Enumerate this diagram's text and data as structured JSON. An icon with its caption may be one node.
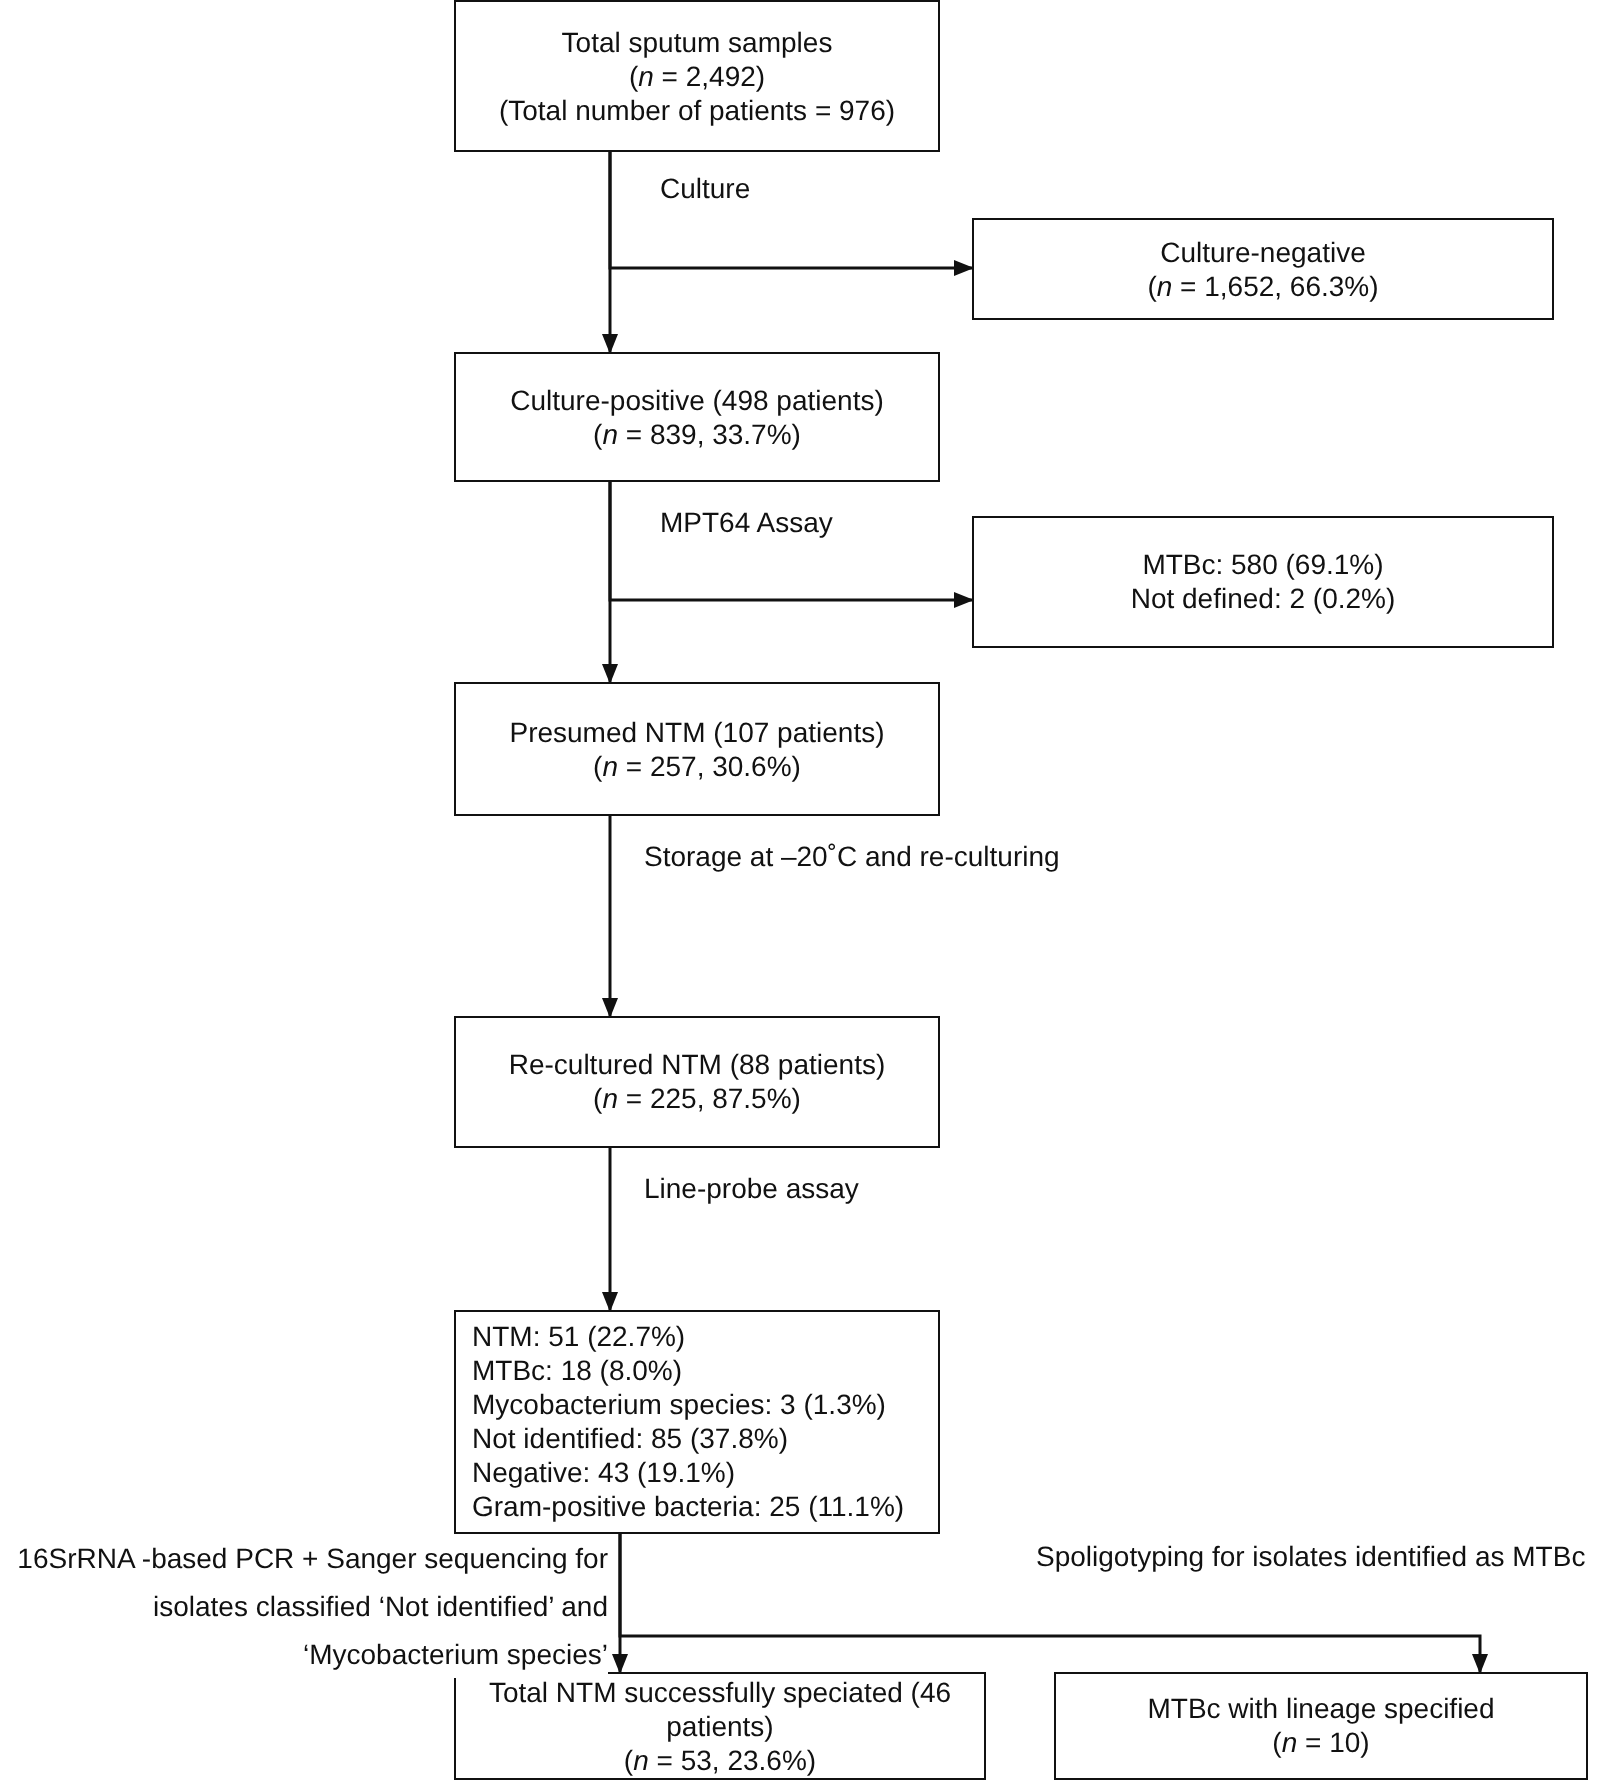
{
  "diagram": {
    "nodes": [
      {
        "text": [
          "Total sputum samples",
          "(*n* = 2,492)",
          "(Total number of patients = 976)"
        ]
      },
      {
        "text": [
          "Culture-negative",
          "(*n* = 1,652, 66.3%)"
        ]
      },
      {
        "text": [
          "Culture-positive (498 patients)",
          "(*n* = 839, 33.7%)"
        ]
      },
      {
        "text": [
          "MTBc: 580 (69.1%)",
          "Not defined: 2 (0.2%)"
        ]
      },
      {
        "text": [
          "Presumed NTM (107 patients)",
          "(*n* = 257, 30.6%)"
        ]
      },
      {
        "text": [
          "Re-cultured NTM (88 patients)",
          "(*n* = 225, 87.5%)"
        ]
      },
      {
        "text": [
          "NTM: 51 (22.7%)",
          "MTBc: 18 (8.0%)",
          "Mycobacterium species: 3 (1.3%)",
          "Not identified: 85 (37.8%)",
          "Negative: 43 (19.1%)",
          "Gram-positive bacteria: 25 (11.1%)"
        ]
      },
      {
        "text": [
          "Total NTM successfully speciated (46 patients)",
          "(*n* = 53, 23.6%)"
        ]
      },
      {
        "text": [
          "MTBc with lineage specified",
          "(*n* = 10)"
        ]
      }
    ],
    "edges": [
      {
        "from": 0,
        "to": 2,
        "arrow": "to",
        "label": "Culture"
      },
      {
        "from": 0,
        "to": 1,
        "arrow": "to"
      },
      {
        "from": 2,
        "to": 4,
        "arrow": "to",
        "label": "MPT64 Assay"
      },
      {
        "from": 2,
        "to": 3,
        "arrow": "to"
      },
      {
        "from": 4,
        "to": 5,
        "arrow": "to",
        "label": "Storage at –20˚C and re-culturing"
      },
      {
        "from": 5,
        "to": 6,
        "arrow": "to",
        "label": "Line-probe assay"
      },
      {
        "from": 6,
        "to": 7,
        "arrow": "to",
        "label": "16SrRNA -based PCR + Sanger sequencing for isolates classified ‘Not identified’ and ‘Mycobacterium species’"
      },
      {
        "from": 6,
        "to": 8,
        "arrow": "to",
        "label": "Spoligotyping for isolates identified as MTBc"
      }
    ]
  }
}
